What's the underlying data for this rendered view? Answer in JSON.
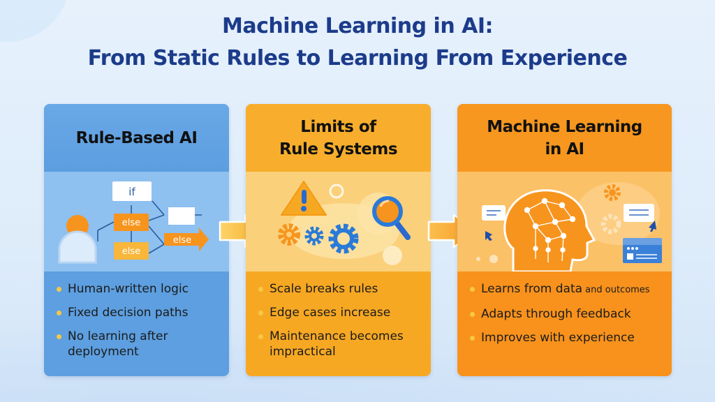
{
  "title": {
    "line1": "Machine Learning in AI:",
    "line2": "From Static Rules to Learning From Experience"
  },
  "cards": [
    {
      "heading": "Rule-Based AI",
      "illustration": {
        "icons": [
          "person-icon",
          "flowchart-icon"
        ],
        "nodes": [
          "if",
          "else",
          "else",
          "else"
        ]
      },
      "bullets": [
        "Human-written logic",
        "Fixed decision paths",
        "No learning after deployment"
      ]
    },
    {
      "heading_line1": "Limits of",
      "heading_line2": "Rule Systems",
      "illustration": {
        "icons": [
          "warning-icon",
          "gear-icon",
          "magnifier-icon"
        ]
      },
      "bullets": [
        "Scale breaks rules",
        "Edge cases increase",
        "Maintenance becomes impractical"
      ]
    },
    {
      "heading_line1": "Machine Learning",
      "heading_line2": "in AI",
      "illustration": {
        "icons": [
          "brain-head-icon",
          "chat-bubble-icon",
          "gear-icon",
          "dashboard-icon",
          "cursor-icon"
        ]
      },
      "bullets": [
        {
          "main": "Learns from data",
          "suffix": " and outcomes"
        },
        "Adapts through feedback",
        "Improves with experience"
      ]
    }
  ],
  "colors": {
    "title": "#1c3b8a",
    "blue_card": "#5d9fe0",
    "amber_card": "#f7a823",
    "orange_card": "#f8921c",
    "bullet_dot": "#f7c843"
  }
}
